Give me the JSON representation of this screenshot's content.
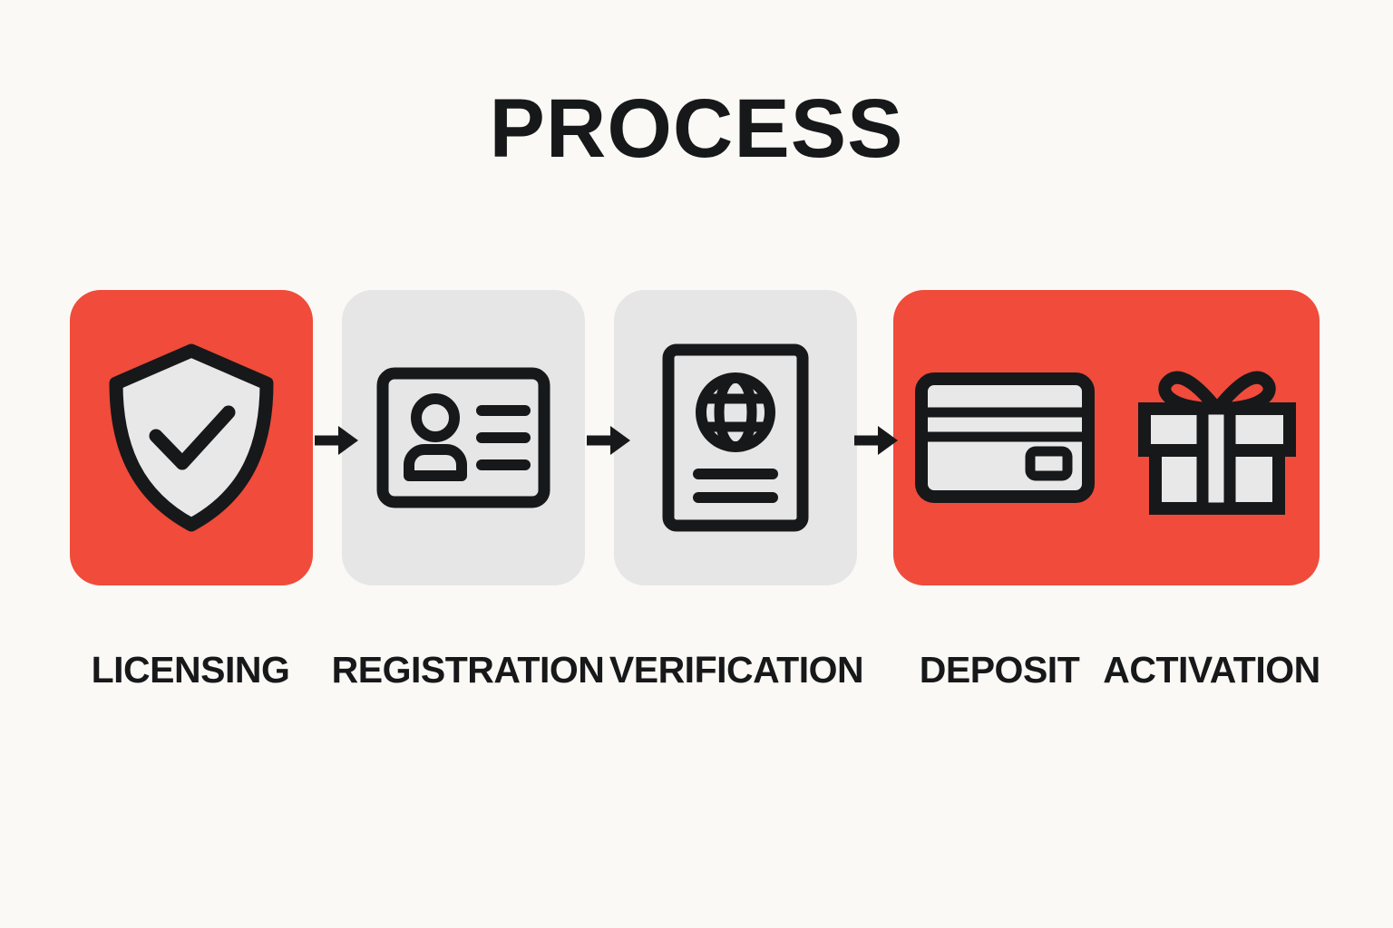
{
  "page": {
    "title": "PROCESS",
    "background_color": "#FAF9F5",
    "text_color": "#17181A"
  },
  "theme": {
    "accent_red": "#F04B3B",
    "neutral_grey": "#E6E6E6",
    "icon_fill": "#E8E8E8",
    "icon_stroke": "#17181A"
  },
  "steps": [
    {
      "index": 1,
      "label": "LICENSING",
      "card_color": "#F04B3B",
      "card_style": "red",
      "icon": "shield-check-icon"
    },
    {
      "index": 2,
      "label": "REGISTRATION",
      "card_color": "#E6E6E6",
      "card_style": "grey",
      "icon": "id-card-icon"
    },
    {
      "index": 3,
      "label": "VERIFICATION",
      "card_color": "#E6E6E6",
      "card_style": "grey",
      "icon": "passport-globe-icon"
    },
    {
      "index": 4,
      "label": "DEPOSIT",
      "card_color": "#F04B3B",
      "card_style": "red",
      "icon": "credit-card-icon"
    },
    {
      "index": 5,
      "label": "ACTIVATION",
      "card_color": "#F04B3B",
      "card_style": "red",
      "icon": "gift-box-icon"
    }
  ],
  "connectors": [
    {
      "index": 1,
      "icon": "arrow-right-icon",
      "from": "LICENSING",
      "to": "REGISTRATION"
    },
    {
      "index": 2,
      "icon": "arrow-right-icon",
      "from": "REGISTRATION",
      "to": "VERIFICATION"
    },
    {
      "index": 3,
      "icon": "arrow-right-icon",
      "from": "VERIFICATION",
      "to": "DEPOSIT"
    }
  ]
}
